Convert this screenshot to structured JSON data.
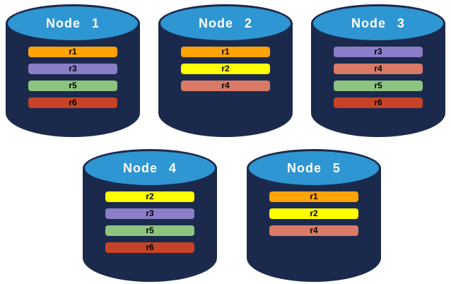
{
  "diagram": {
    "description_visible_text_only": "",
    "background": "#FFFFFF"
  },
  "colors": {
    "cylinder_body": "#1B2A4C",
    "cylinder_top": "#2E96D3",
    "title_text": "#FFFFFF",
    "bar_text": "#000000",
    "replicas": {
      "r1": "#FFA405",
      "r2": "#FFFF00",
      "r3": "#8A7EC8",
      "r4": "#DA7A66",
      "r5": "#8CC47F",
      "r6": "#C64327"
    }
  },
  "nodes": [
    {
      "title": "Node 1",
      "replicas": [
        "r1",
        "r3",
        "r5",
        "r6"
      ]
    },
    {
      "title": "Node 2",
      "replicas": [
        "r1",
        "r2",
        "r4"
      ]
    },
    {
      "title": "Node 3",
      "replicas": [
        "r3",
        "r4",
        "r5",
        "r6"
      ]
    },
    {
      "title": "Node 4",
      "replicas": [
        "r2",
        "r3",
        "r5",
        "r6"
      ]
    },
    {
      "title": "Node 5",
      "replicas": [
        "r1",
        "r2",
        "r4"
      ]
    }
  ]
}
